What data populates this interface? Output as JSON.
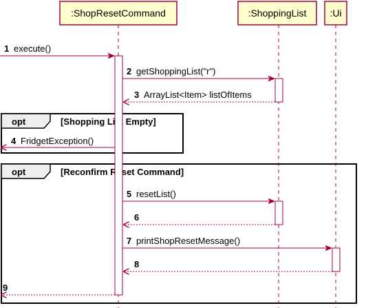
{
  "participants": [
    {
      "id": "cmd",
      "label": ":ShopResetCommand"
    },
    {
      "id": "list",
      "label": ":ShoppingList"
    },
    {
      "id": "ui",
      "label": ":Ui"
    }
  ],
  "fragments": [
    {
      "keyword": "opt",
      "guard": "[Shopping List Empty]"
    },
    {
      "keyword": "opt",
      "guard": "[Reconfirm Reset Command]"
    }
  ],
  "messages": [
    {
      "num": "1",
      "text": "execute()",
      "kind": "call"
    },
    {
      "num": "2",
      "text": "getShoppingList(\"r\")",
      "kind": "call"
    },
    {
      "num": "3",
      "text": "ArrayList<Item> listOfItems",
      "kind": "return"
    },
    {
      "num": "4",
      "text": "FridgetException()",
      "kind": "call"
    },
    {
      "num": "5",
      "text": "resetList()",
      "kind": "call"
    },
    {
      "num": "6",
      "text": "",
      "kind": "return"
    },
    {
      "num": "7",
      "text": "printShopResetMessage()",
      "kind": "call"
    },
    {
      "num": "8",
      "text": "",
      "kind": "return"
    },
    {
      "num": "9",
      "text": "",
      "kind": "return"
    }
  ],
  "colors": {
    "participant_fill": "#FEFECE",
    "line": "#A80036",
    "frame_tab": "#EEEEEE"
  }
}
